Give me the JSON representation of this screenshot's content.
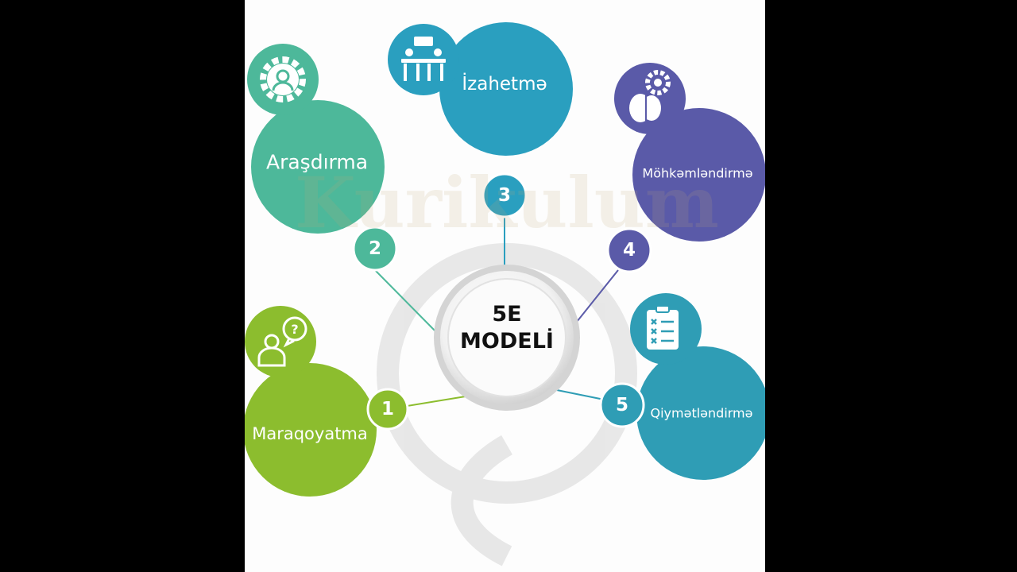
{
  "center": {
    "line1": "5E",
    "line2": "MODELİ"
  },
  "watermark": "Kurikulum",
  "colors": {
    "green": "#8cbd2e",
    "teal_green": "#4db89a",
    "blue": "#2a9fbf",
    "purple": "#5a5aa8",
    "teal": "#2f9db5"
  },
  "stages": [
    {
      "number": "1",
      "label": "Maraqoyatma",
      "icon": "person-question-icon"
    },
    {
      "number": "2",
      "label": "Araşdırma",
      "icon": "gear-person-icon"
    },
    {
      "number": "3",
      "label": "İzahetmə",
      "icon": "discussion-icon"
    },
    {
      "number": "4",
      "label": "Möhkəmləndirmə",
      "icon": "brain-gear-icon"
    },
    {
      "number": "5",
      "label": "Qiymətləndirmə",
      "icon": "clipboard-checklist-icon"
    }
  ]
}
